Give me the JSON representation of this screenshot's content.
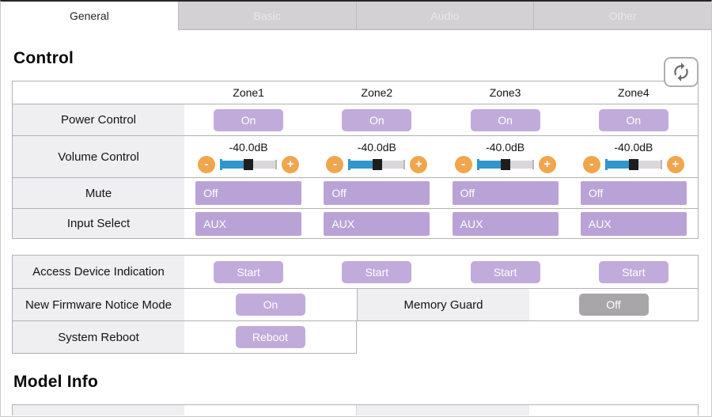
{
  "tabs": [
    {
      "label": "General",
      "active": true
    },
    {
      "label": "Basic",
      "active": false
    },
    {
      "label": "Audio",
      "active": false
    },
    {
      "label": "Other",
      "active": false
    }
  ],
  "control_section": {
    "title": "Control",
    "refresh_icon": "refresh-icon",
    "table": {
      "zone_headers": [
        "Zone1",
        "Zone2",
        "Zone3",
        "Zone4"
      ],
      "power": {
        "label": "Power Control",
        "button_label": "On"
      },
      "volume": {
        "label": "Volume Control",
        "value": "-40.0dB",
        "minus_label": "-",
        "plus_label": "+",
        "slider_fill_pct": 42
      },
      "mute": {
        "label": "Mute",
        "selected": "Off"
      },
      "input": {
        "label": "Input Select",
        "selected": "AUX"
      }
    }
  },
  "misc_table": {
    "access": {
      "label": "Access Device Indication",
      "button_label": "Start"
    },
    "firmware": {
      "label": "New Firmware Notice Mode",
      "button_label": "On"
    },
    "memory_guard": {
      "label": "Memory Guard",
      "button_label": "Off"
    },
    "reboot": {
      "label": "System Reboot",
      "button_label": "Reboot"
    }
  },
  "model_info_section": {
    "title": "Model Info"
  },
  "colors": {
    "accent_purple_button": "#c1abdb",
    "accent_purple_select": "#b9a3d6",
    "disabled_gray_button": "#a8a6a8",
    "slider_fill_blue": "#3096cc",
    "stepper_orange": "#f0a64e",
    "label_cell_bg": "#efeef1",
    "inactive_tab_bg": "#d3d1d3",
    "table_border": "#b3b1b3"
  }
}
